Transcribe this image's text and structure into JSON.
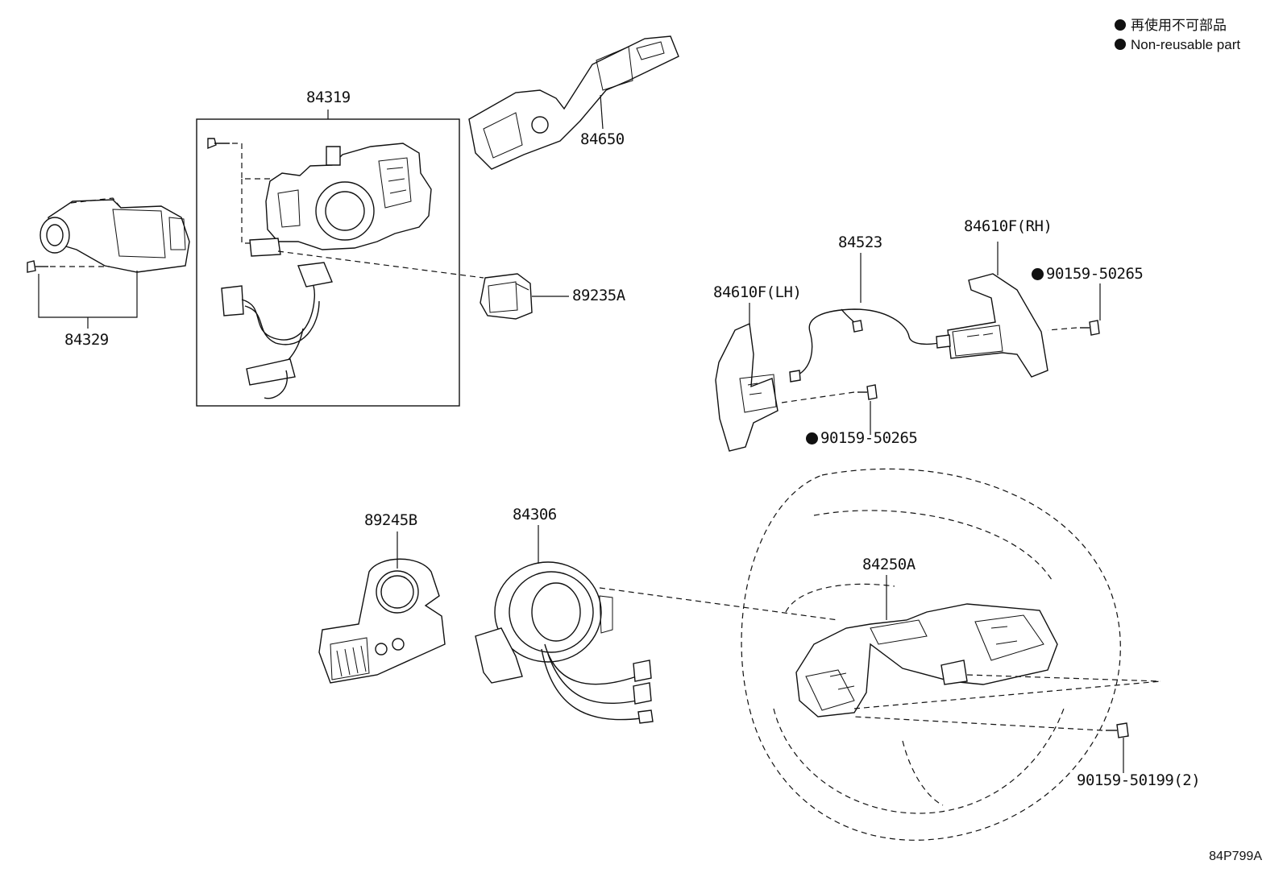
{
  "legend": {
    "line_jp": "再使用不可部品",
    "line_en": "Non-reusable part"
  },
  "labels": {
    "p84319": "84319",
    "p84650": "84650",
    "p84329": "84329",
    "p89235A": "89235A",
    "p84523": "84523",
    "p84610F_RH": "84610F(RH)",
    "p84610F_LH": "84610F(LH)",
    "p90159_50265_right": "90159-50265",
    "p90159_50265_left": "90159-50265",
    "p89245B": "89245B",
    "p84306": "84306",
    "p84250A": "84250A",
    "p90159_50199": "90159-50199(2)"
  },
  "diagram_code": "84P799A",
  "colors": {
    "ink": "#111111",
    "background": "#ffffff"
  }
}
